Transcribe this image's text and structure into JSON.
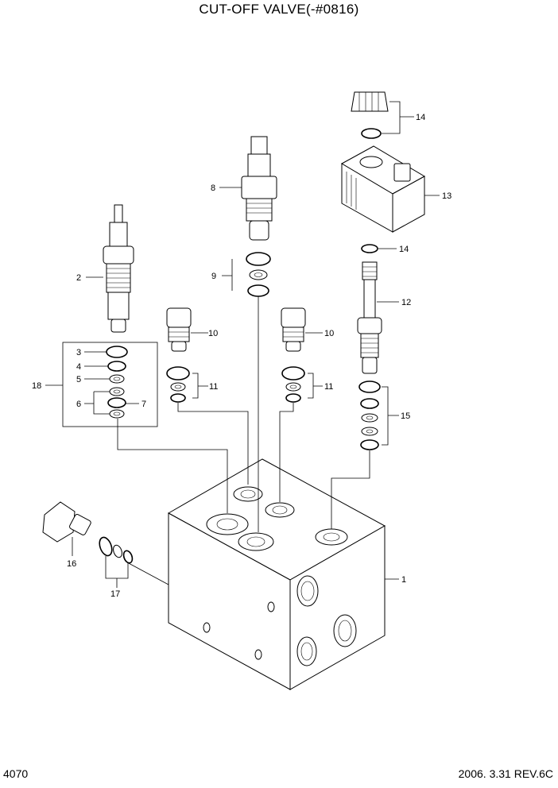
{
  "title": "CUT-OFF VALVE(-#0816)",
  "page_number": "4070",
  "revision": "2006. 3.31  REV.6C",
  "callouts": {
    "c1": "1",
    "c2": "2",
    "c3": "3",
    "c4": "4",
    "c5": "5",
    "c6": "6",
    "c7": "7",
    "c8": "8",
    "c9": "9",
    "c10a": "10",
    "c10b": "10",
    "c11a": "11",
    "c11b": "11",
    "c12": "12",
    "c13": "13",
    "c14a": "14",
    "c14b": "14",
    "c15": "15",
    "c16": "16",
    "c17": "17",
    "c18": "18"
  }
}
